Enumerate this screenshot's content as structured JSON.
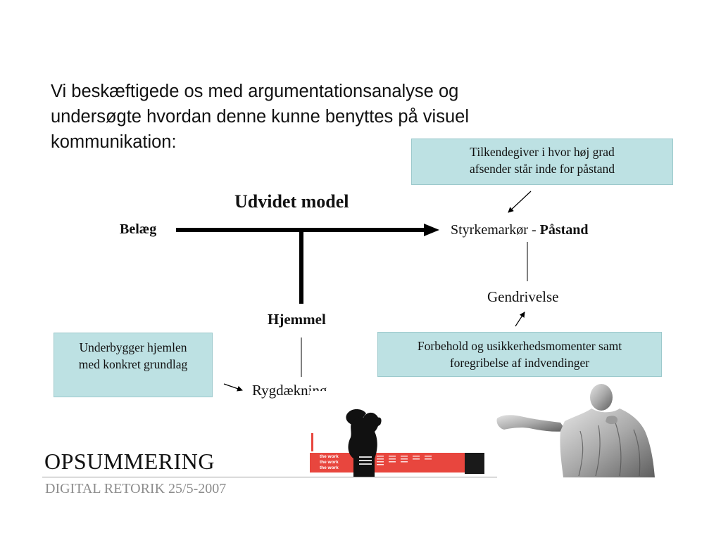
{
  "intro": {
    "line1": "Vi beskæftigede os med argumentationsanalyse og",
    "line2": "undersøgte hvordan denne kunne benyttes på visuel",
    "line3": "kommunikation:"
  },
  "diagram": {
    "title": "Udvidet model",
    "belaeg": "Belæg",
    "styrkemarkor": "Styrkemarkør - ",
    "pastand": "Påstand",
    "gendrivelse": "Gendrivelse",
    "hjemmel": "Hjemmel",
    "rygdaekning": "Rygdækning"
  },
  "boxes": {
    "top_right": {
      "line1": "Tilkendegiver i hvor høj grad",
      "line2": "afsender står inde for påstand"
    },
    "bottom_left": {
      "line1": "Underbygger hjemlen",
      "line2": "med konkret grundlag"
    },
    "bottom_right": {
      "line1": "Forbehold og usikkerhedsmomenter samt",
      "line2": "foregribelse af indvendinger"
    }
  },
  "poster": {
    "line1": "the work",
    "line2": "the work",
    "line3": "the work"
  },
  "footer": {
    "title": "OPSUMMERING",
    "subtitle": "DIGITAL RETORIK 25/5-2007"
  },
  "colors": {
    "box_fill": "#bde1e3",
    "poster_red": "#e8463e",
    "footer_gray": "#8c8c8c"
  }
}
